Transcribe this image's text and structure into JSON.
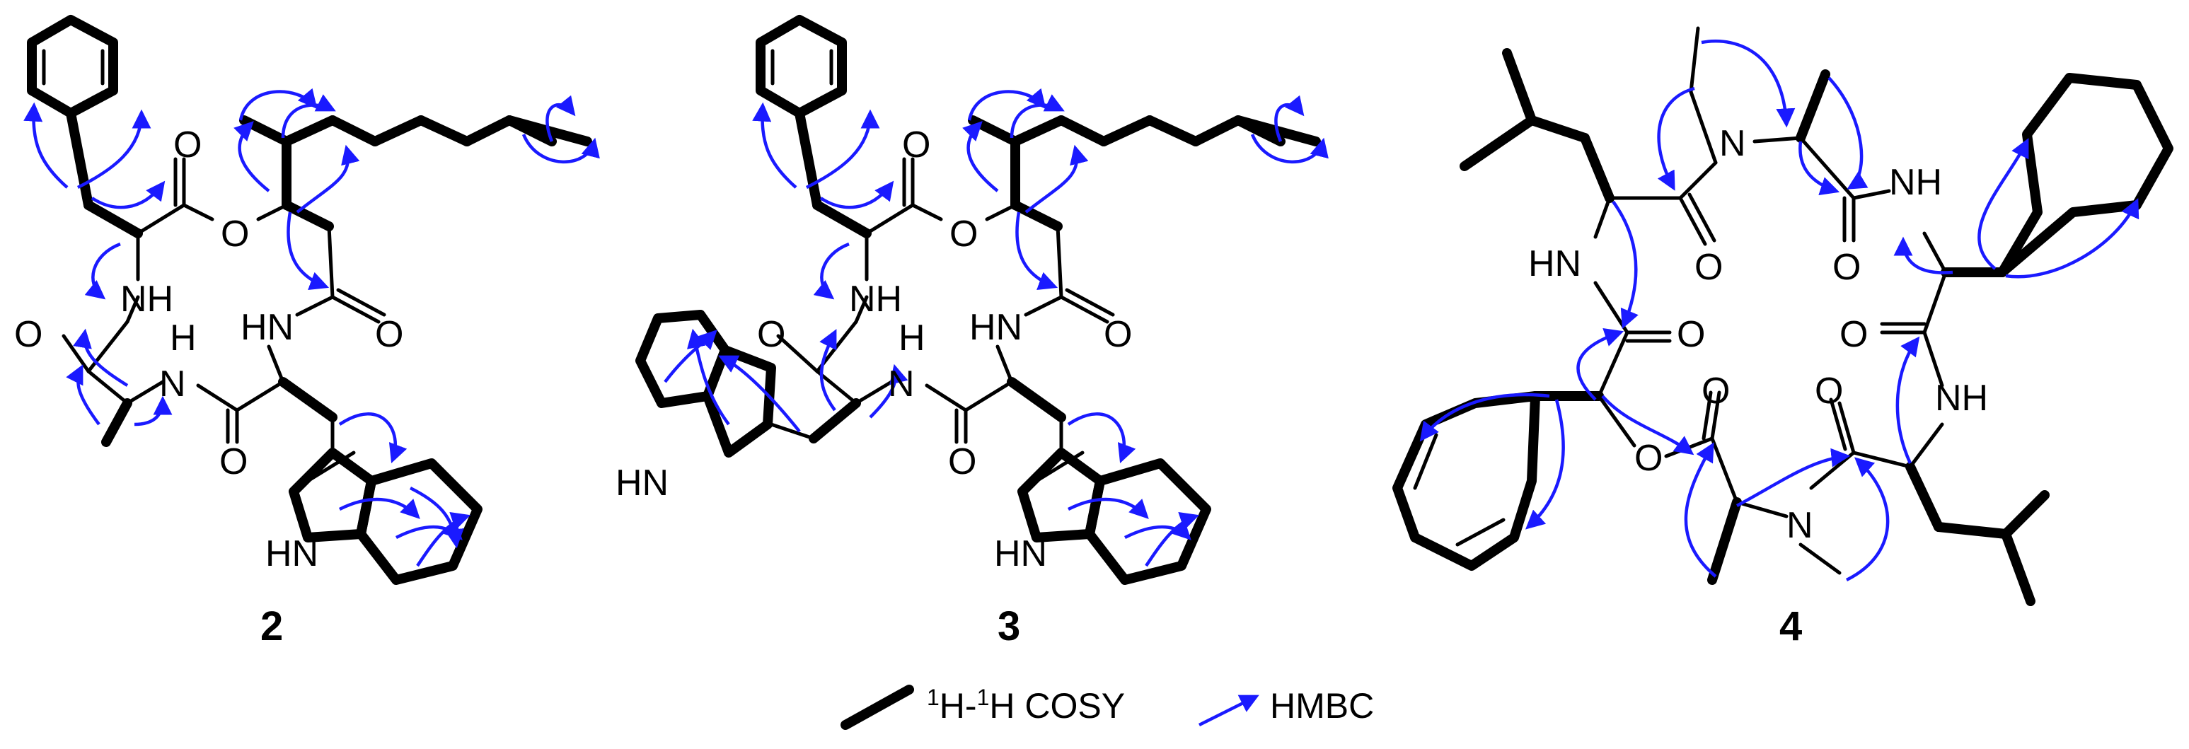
{
  "compounds": [
    {
      "label": "2"
    },
    {
      "label": "3"
    },
    {
      "label": "4"
    }
  ],
  "atoms": {
    "O": "O",
    "NH": "NH",
    "HN": "HN",
    "N": "N",
    "H": "H"
  },
  "legend": {
    "cosy_pre": "1",
    "cosy_mid": "H-",
    "cosy_sup2": "1",
    "cosy_post": "H COSY",
    "hmbc": "HMBC"
  },
  "colors": {
    "hmbc": "#1a1aff",
    "bond": "#000000"
  }
}
